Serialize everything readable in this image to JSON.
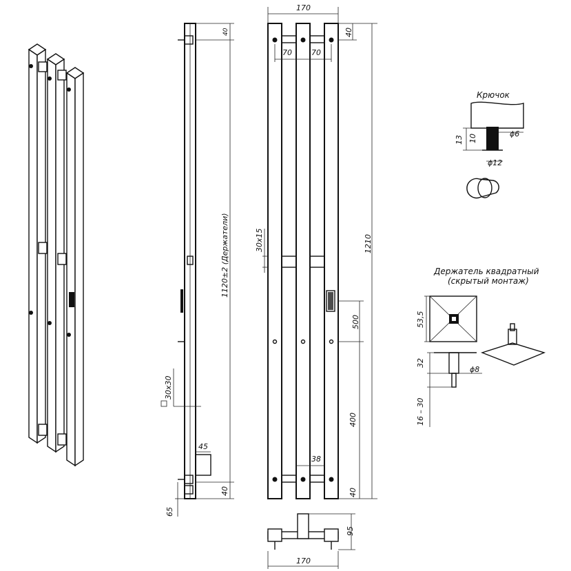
{
  "dimensions": {
    "width_top": "170",
    "width_bottom": "170",
    "top_offset_front": "40",
    "top_offset_side": "40",
    "spacing_left": "70",
    "spacing_right": "70",
    "height_total": "1210",
    "holder_span": "1120±2 (Держатели)",
    "crossbar_section": "30x15",
    "dist_500": "500",
    "dist_400": "400",
    "dist_38": "38",
    "bottom_offset_side": "40",
    "bottom_offset_front": "40",
    "dim_45": "45",
    "dim_65": "65",
    "profile_section": "30x30",
    "depth_95": "95"
  },
  "hook": {
    "title": "Крючок",
    "dim_13": "13",
    "dim_10": "10",
    "dim_d6": "ϕ6",
    "dim_d12": "ϕ12"
  },
  "holder": {
    "title_line1": "Держатель квадратный",
    "title_line2": "(скрытый монтаж)",
    "dim_53_5": "53,5",
    "dim_32": "32",
    "dim_d8": "ϕ8",
    "dim_16_30": "16 – 30"
  }
}
